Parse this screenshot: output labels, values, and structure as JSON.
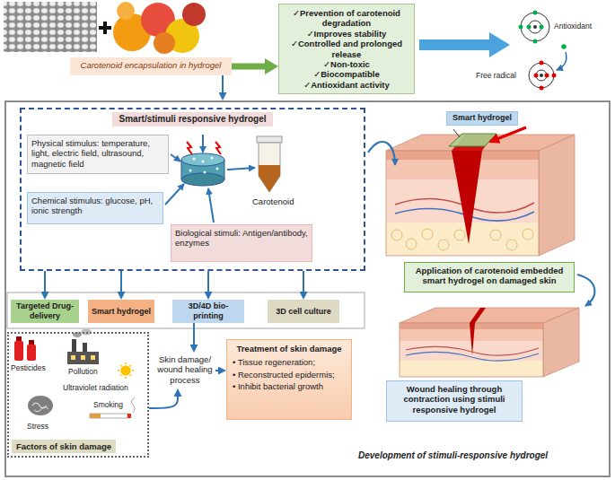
{
  "diagram": {
    "nodes": [
      {
        "text": [
          "Carotenoid encapsulation in hydrogel"
        ]
      },
      {
        "text": [
          "✓Prevention of carotenoid degradation",
          "✓Improves stability",
          "✓Controlled and prolonged release",
          "✓Non-toxic",
          "✓Biocompatible",
          "✓Antioxidant activity"
        ]
      },
      {
        "text": [
          "Development of stimuli-responsive hydrogel"
        ]
      },
      {
        "text": [
          "Smart/stimuli responsive hydrogel"
        ],
        "in": 2
      },
      {
        "text": [
          "Physical stimulus: temperature, light, electric field, ultrasound, magnetic field"
        ],
        "in": 3
      },
      {
        "text": [
          "Chemical stimulus: glucose, pH, ionic strength"
        ],
        "in": 3
      },
      {
        "text": [
          "Biological stimuli: Antigen/antibody, enzymes"
        ],
        "in": 3
      },
      {
        "text": [
          "Targeted Drug-delivery"
        ],
        "in": 2
      },
      {
        "text": [
          "Smart hydrogel"
        ],
        "in": 2
      },
      {
        "text": [
          "3D/4D bio-printing"
        ],
        "in": 2
      },
      {
        "text": [
          "3D cell culture"
        ],
        "in": 2
      },
      {
        "text": [
          "Factors of skin damage"
        ],
        "in": 2
      },
      {
        "text": [
          "Skin damage/ wound healing process"
        ],
        "in": 2
      },
      {
        "text": [
          "Treatment of skin damage",
          "• Tissue regeneration;",
          "• Reconstructed epidermis;",
          "• Inhibit bacterial growth"
        ],
        "in": 2
      },
      {
        "text": [
          "Smart hydrogel"
        ],
        "in": 2
      },
      {
        "text": [
          "Application of carotenoid embedded smart hydrogel on damaged skin"
        ],
        "in": 2
      },
      {
        "text": [
          "Wound healing through contraction using stimuli responsive hydrogel"
        ],
        "in": 2
      }
    ],
    "edges": [
      {
        "from": 0,
        "to": 1,
        "arrow": "to"
      },
      {
        "from": 0,
        "to": 2,
        "arrow": "to"
      },
      {
        "from": 3,
        "to": 7,
        "arrow": "to"
      },
      {
        "from": 3,
        "to": 8,
        "arrow": "to"
      },
      {
        "from": 3,
        "to": 9,
        "arrow": "to"
      },
      {
        "from": 3,
        "to": 10,
        "arrow": "to"
      },
      {
        "from": 9,
        "to": 12,
        "arrow": "to"
      },
      {
        "from": 12,
        "to": 13,
        "arrow": "to"
      },
      {
        "from": 11,
        "to": 12,
        "arrow": "to"
      }
    ],
    "labels": [
      "Antioxidant",
      "Free radical",
      "Carotenoid",
      "Pesticides",
      "Pollution",
      "Ultraviolet radiation",
      "Stress",
      "Smoking"
    ]
  }
}
